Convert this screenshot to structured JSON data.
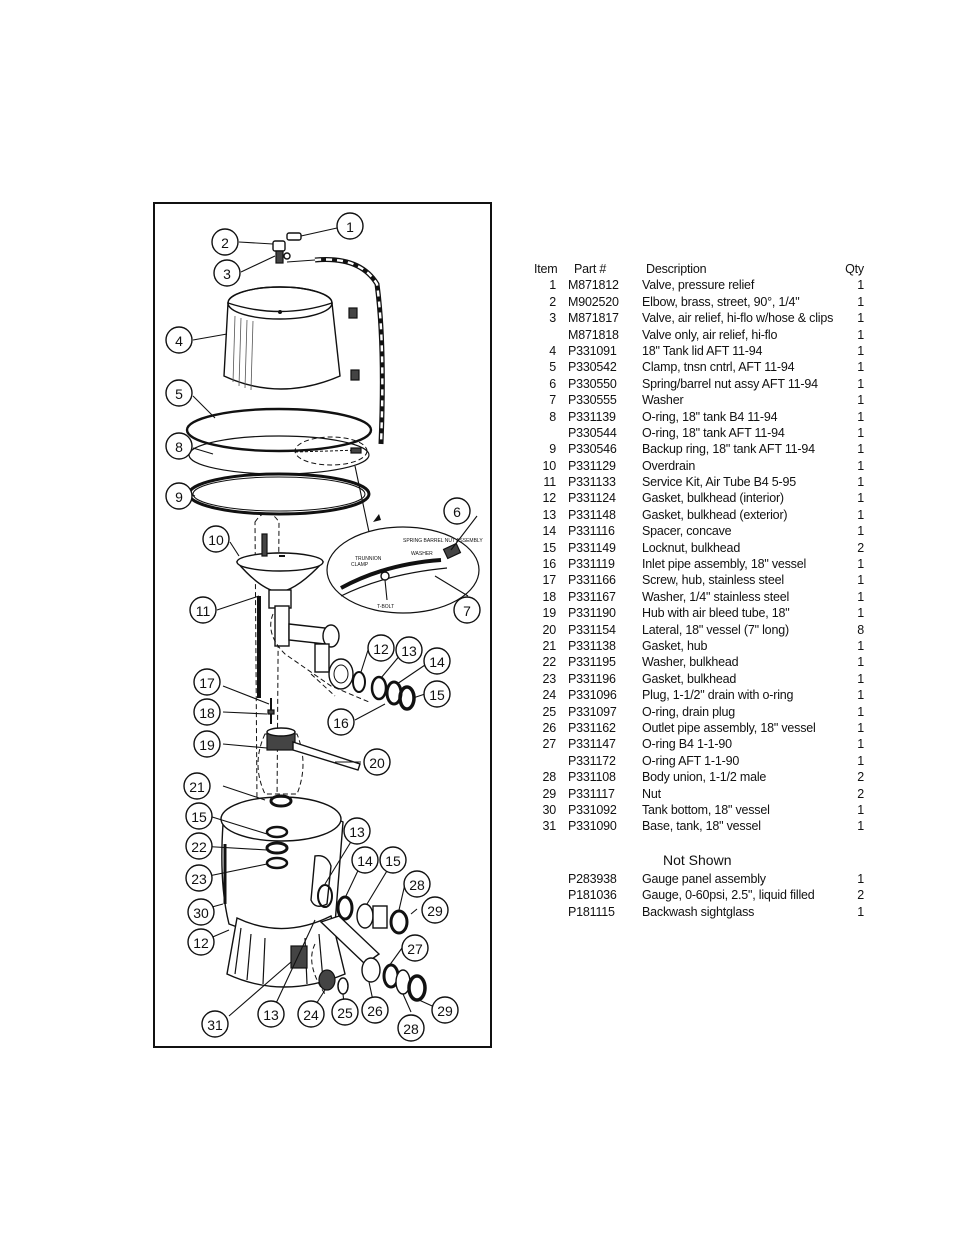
{
  "diagram": {
    "callouts": [
      "1",
      "2",
      "3",
      "4",
      "5",
      "8",
      "9",
      "6",
      "7",
      "10",
      "11",
      "12",
      "13",
      "14",
      "15",
      "16",
      "17",
      "18",
      "19",
      "20",
      "21",
      "15",
      "22",
      "23",
      "30",
      "12",
      "13",
      "14",
      "15",
      "28",
      "29",
      "27",
      "31",
      "13",
      "24",
      "25",
      "26",
      "28",
      "29"
    ],
    "insert_labels": {
      "spring": "SPRING BARREL NUT ASSEMBLY",
      "washer": "WASHER",
      "trunnion": "TRUNNION",
      "clamp": "CLAMP",
      "tbolt": "T-BOLT"
    }
  },
  "table": {
    "headers": {
      "item": "Item",
      "part": "Part #",
      "desc": "Description",
      "qty": "Qty"
    },
    "rows": [
      {
        "item": "1",
        "part": "M871812",
        "desc": "Valve, pressure relief",
        "qty": "1"
      },
      {
        "item": "2",
        "part": "M902520",
        "desc": "Elbow, brass, street, 90°, 1/4\"",
        "qty": "1"
      },
      {
        "item": "3",
        "part": "M871817",
        "desc": "Valve, air relief, hi-flo w/hose & clips",
        "qty": "1"
      },
      {
        "item": "",
        "part": "M871818",
        "desc": "Valve only, air relief, hi-flo",
        "qty": "1"
      },
      {
        "item": "4",
        "part": "P331091",
        "desc": "18\" Tank lid AFT 11-94",
        "qty": "1"
      },
      {
        "item": "5",
        "part": "P330542",
        "desc": "Clamp, tnsn cntrl, AFT 11-94",
        "qty": "1"
      },
      {
        "item": "6",
        "part": "P330550",
        "desc": "Spring/barrel nut assy AFT 11-94",
        "qty": "1"
      },
      {
        "item": "7",
        "part": "P330555",
        "desc": "Washer",
        "qty": "1"
      },
      {
        "item": "8",
        "part": "P331139",
        "desc": "O-ring, 18\" tank B4 11-94",
        "qty": "1"
      },
      {
        "item": "",
        "part": "P330544",
        "desc": "O-ring, 18\" tank AFT 11-94",
        "qty": "1"
      },
      {
        "item": "9",
        "part": "P330546",
        "desc": "Backup ring, 18\" tank AFT 11-94",
        "qty": "1"
      },
      {
        "item": "10",
        "part": "P331129",
        "desc": "Overdrain",
        "qty": "1"
      },
      {
        "item": "11",
        "part": "P331133",
        "desc": "Service Kit, Air Tube B4 5-95",
        "qty": "1"
      },
      {
        "item": "12",
        "part": "P331124",
        "desc": "Gasket, bulkhead (interior)",
        "qty": "1"
      },
      {
        "item": "13",
        "part": "P331148",
        "desc": "Gasket, bulkhead (exterior)",
        "qty": "1"
      },
      {
        "item": "14",
        "part": "P331116",
        "desc": "Spacer, concave",
        "qty": "1"
      },
      {
        "item": "15",
        "part": "P331149",
        "desc": "Locknut, bulkhead",
        "qty": "2"
      },
      {
        "item": "16",
        "part": "P331119",
        "desc": "Inlet pipe assembly, 18\" vessel",
        "qty": "1"
      },
      {
        "item": "17",
        "part": "P331166",
        "desc": "Screw, hub, stainless steel",
        "qty": "1"
      },
      {
        "item": "18",
        "part": "P331167",
        "desc": "Washer, 1/4\" stainless steel",
        "qty": "1"
      },
      {
        "item": "19",
        "part": "P331190",
        "desc": "Hub with air bleed tube, 18\"",
        "qty": "1"
      },
      {
        "item": "20",
        "part": "P331154",
        "desc": "Lateral, 18\" vessel (7\" long)",
        "qty": "8"
      },
      {
        "item": "21",
        "part": "P331138",
        "desc": "Gasket, hub",
        "qty": "1"
      },
      {
        "item": "22",
        "part": "P331195",
        "desc": "Washer, bulkhead",
        "qty": "1"
      },
      {
        "item": "23",
        "part": "P331196",
        "desc": "Gasket, bulkhead",
        "qty": "1"
      },
      {
        "item": "24",
        "part": "P331096",
        "desc": "Plug, 1-1/2\" drain with o-ring",
        "qty": "1"
      },
      {
        "item": "25",
        "part": "P331097",
        "desc": "O-ring, drain plug",
        "qty": "1"
      },
      {
        "item": "26",
        "part": "P331162",
        "desc": "Outlet pipe assembly, 18\" vessel",
        "qty": "1"
      },
      {
        "item": "27",
        "part": "P331147",
        "desc": "O-ring B4 1-1-90",
        "qty": "1"
      },
      {
        "item": "",
        "part": "P331172",
        "desc": "O-ring AFT 1-1-90",
        "qty": "1"
      },
      {
        "item": "28",
        "part": "P331108",
        "desc": "Body union, 1-1/2 male",
        "qty": "2"
      },
      {
        "item": "29",
        "part": "P331117",
        "desc": "Nut",
        "qty": "2"
      },
      {
        "item": "30",
        "part": "P331092",
        "desc": "Tank bottom, 18\" vessel",
        "qty": "1"
      },
      {
        "item": "31",
        "part": "P331090",
        "desc": "Base, tank, 18\" vessel",
        "qty": "1"
      }
    ]
  },
  "not_shown": {
    "title": "Not Shown",
    "rows": [
      {
        "part": "P283938",
        "desc": "Gauge panel assembly",
        "qty": "1"
      },
      {
        "part": "P181036",
        "desc": "Gauge, 0-60psi, 2.5\", liquid filled",
        "qty": "2"
      },
      {
        "part": "P181115",
        "desc": "Backwash sightglass",
        "qty": "1"
      }
    ]
  }
}
